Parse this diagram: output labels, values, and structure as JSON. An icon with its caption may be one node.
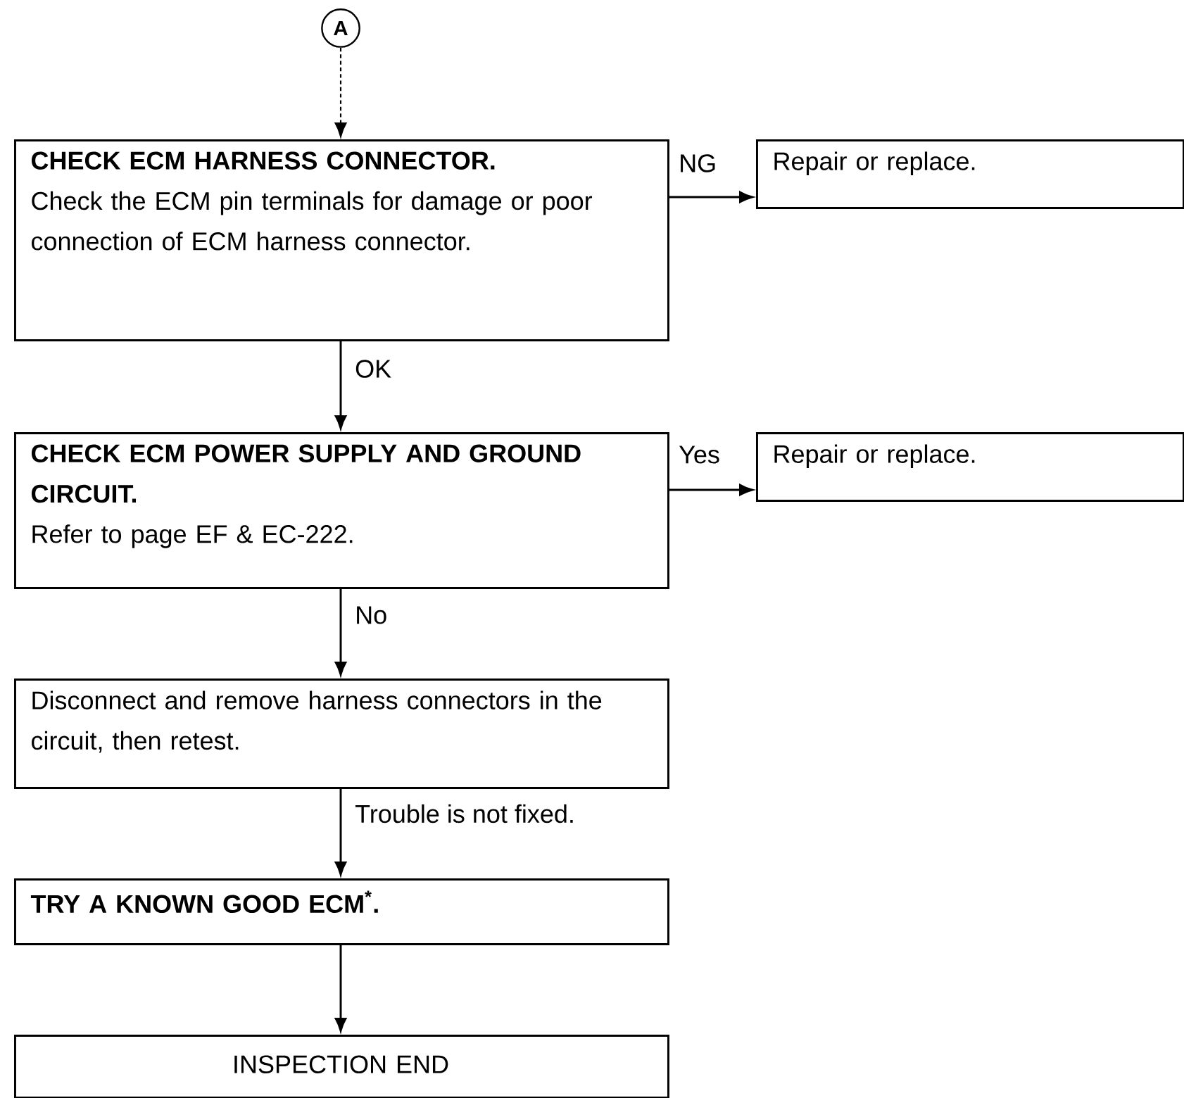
{
  "diagram": {
    "nodes": [
      {
        "text": [
          "A"
        ]
      },
      {
        "text": [
          "CHECK ECM HARNESS CONNECTOR.",
          "Check the ECM pin terminals for damage or poor connection of ECM harness connector."
        ]
      },
      {
        "text": [
          "Repair or replace."
        ]
      },
      {
        "text": [
          "CHECK ECM POWER SUPPLY AND GROUND CIRCUIT.",
          "Refer to page EF & EC-222."
        ]
      },
      {
        "text": [
          "Repair or replace."
        ]
      },
      {
        "text": [
          "Disconnect and remove harness connectors in the circuit, then retest."
        ]
      },
      {
        "text": [
          "TRY A KNOWN GOOD ECM$^{*}$."
        ]
      },
      {
        "text": [
          "INSPECTION END"
        ]
      }
    ],
    "edges": [
      {
        "from": 0,
        "to": 1,
        "arrow": "to",
        "style": "dashed"
      },
      {
        "from": 1,
        "to": 2,
        "arrow": "to",
        "label": "NG"
      },
      {
        "from": 1,
        "to": 3,
        "arrow": "to",
        "label": "OK"
      },
      {
        "from": 3,
        "to": 4,
        "arrow": "to",
        "label": "Yes"
      },
      {
        "from": 3,
        "to": 5,
        "arrow": "to",
        "label": "No"
      },
      {
        "from": 5,
        "to": 6,
        "arrow": "to",
        "label": "Trouble is not fixed."
      },
      {
        "from": 6,
        "to": 7,
        "arrow": "to"
      }
    ]
  }
}
